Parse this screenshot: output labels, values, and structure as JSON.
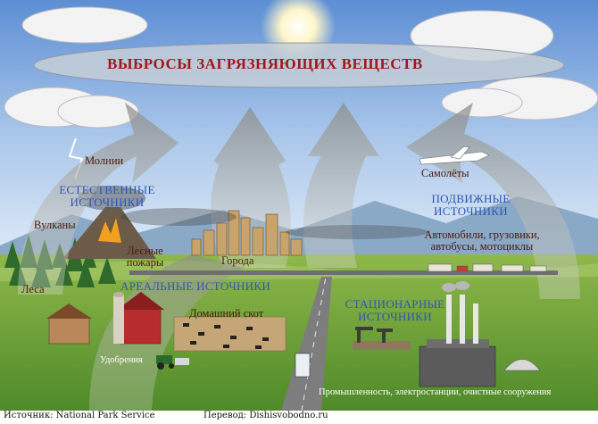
{
  "title": "ВЫБРОСЫ ЗАГРЯЗНЯЮЩИХ ВЕЩЕСТВ",
  "categories": {
    "natural": "ЕСТЕСТВЕННЫЕ ИСТОЧНИКИ",
    "mobile": "ПОДВИЖНЫЕ ИСТОЧНИКИ",
    "area": "АРЕАЛЬНЫЕ ИСТОЧНИКИ",
    "stationary": "СТАЦИОНАРНЫЕ ИСТОЧНИКИ"
  },
  "sources": {
    "lightning": "Молнии",
    "volcanoes": "Вулканы",
    "forest_fires": "Лесные пожары",
    "forests": "Леса",
    "cities": "Города",
    "livestock": "Домашний скот",
    "fertilizers": "Удобрения",
    "airplanes": "Самолёты",
    "vehicles": "Автомобили, грузовики, автобусы, мотоциклы",
    "industry": "Промышленность, электростанции, очистные сооружения"
  },
  "footer": {
    "source": "Источник: National Park Service",
    "translation": "Перевод: Dishisvobodno.ru"
  },
  "colors": {
    "title_text": "#a01818",
    "category_text": "#2f56b3",
    "source_text": "#4a1a10",
    "arrow_fill": "#9a9a96"
  }
}
